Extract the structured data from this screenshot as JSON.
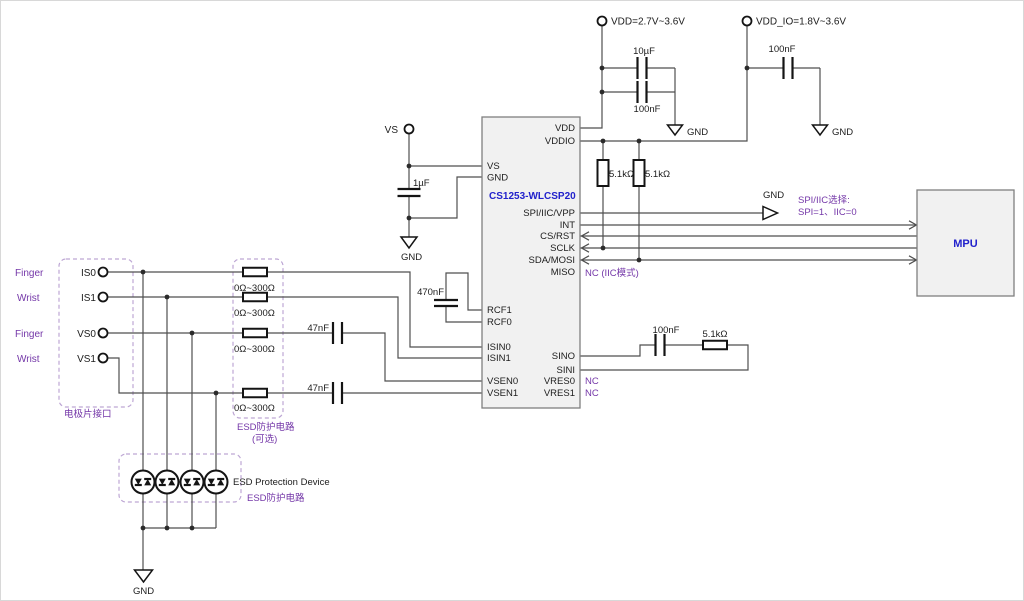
{
  "labels": {
    "gnd": "GND"
  },
  "power": {
    "vdd_rail": "VDD=2.7V~3.6V",
    "vddio_rail": "VDD_IO=1.8V~3.6V",
    "vdd_cap1": "10µF",
    "vdd_cap2": "100nF",
    "vddio_cap": "100nF"
  },
  "vs_node": {
    "label": "VS",
    "cap": "1µF"
  },
  "chip": {
    "name": "CS1253-WLCSP20",
    "left_pins": [
      "VS",
      "GND",
      "RCF1",
      "RCF0",
      "ISIN0",
      "ISIN1",
      "VSEN0",
      "VSEN1"
    ],
    "right_pins": [
      "VDD",
      "VDDIO",
      "SPI/IIC/VPP",
      "INT",
      "CS/RST",
      "SCLK",
      "SDA/MOSI",
      "MISO",
      "SINO",
      "SINI",
      "VRES0",
      "VRES1"
    ]
  },
  "pullups": {
    "r1": "5.1kΩ",
    "r2": "5.1kΩ"
  },
  "rcf_filter": {
    "cap": "470nF"
  },
  "sin_filter": {
    "cap": "100nF",
    "res": "5.1kΩ"
  },
  "nc_labels": {
    "miso": "NC (IIC模式)",
    "vres0": "NC",
    "vres1": "NC"
  },
  "spi_select": {
    "line1": "SPI/IIC选择:",
    "line2": "SPI=1、IIC=0"
  },
  "mpu": {
    "name": "MPU"
  },
  "electrode": {
    "rows": [
      {
        "type": "Finger",
        "port": "IS0"
      },
      {
        "type": "Wrist",
        "port": "IS1"
      },
      {
        "type": "Finger",
        "port": "VS0"
      },
      {
        "type": "Wrist",
        "port": "VS1"
      }
    ],
    "box_label": "电极片接口"
  },
  "series_protection": {
    "r_value": "0Ω~300Ω",
    "label": "ESD防护电路",
    "optional": "(可选)"
  },
  "coupling": {
    "cap": "47nF"
  },
  "esd_device": {
    "label_en": "ESD Protection Device",
    "label_cn": "ESD防护电路"
  },
  "colors": {
    "accent_purple": "#7437a8",
    "accent_blue": "#2222cc",
    "wire": "#4f4f4f",
    "component": "#141414",
    "block_fill": "#f1f1f1",
    "block_border": "#7f7f7f"
  }
}
